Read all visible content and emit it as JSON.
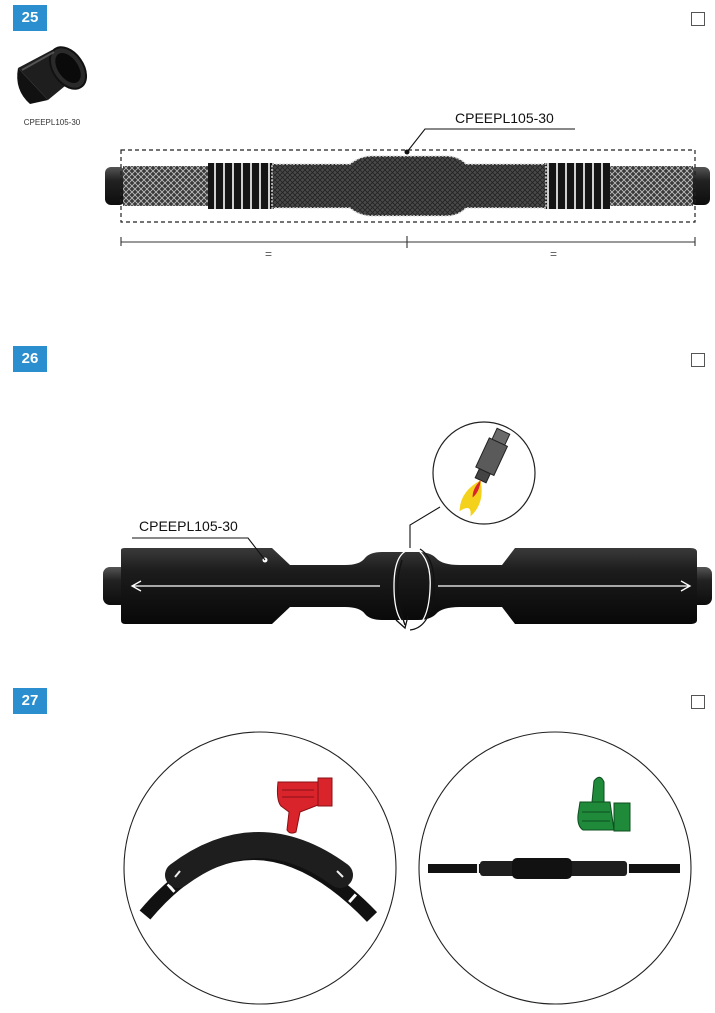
{
  "steps": [
    {
      "number": "25",
      "thumbnail_label": "CPEEPL105-30",
      "callout": "CPEEPL105-30",
      "equal_left": "=",
      "equal_right": "="
    },
    {
      "number": "26",
      "callout": "CPEEPL105-30"
    },
    {
      "number": "27",
      "bad_icon": "thumbs-down-icon",
      "good_icon": "thumbs-up-icon"
    }
  ],
  "colors": {
    "badge": "#2b8fcf",
    "thumbs_down": "#d8242a",
    "thumbs_up": "#1f8a3a",
    "flame": "#f4d21c"
  }
}
